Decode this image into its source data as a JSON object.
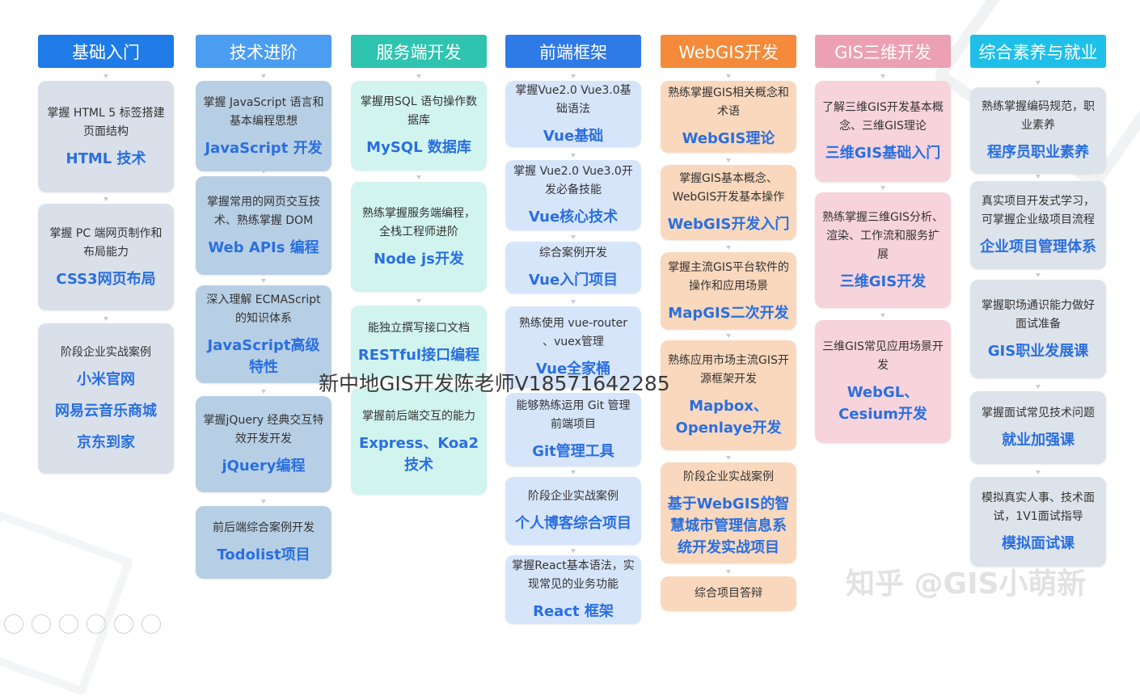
{
  "columns": [
    {
      "header": "基础入门",
      "color": "#1e7be8",
      "cards": [
        {
          "desc": "掌握 HTML 5 标签搭建页面结构",
          "titles": [
            "HTML 技术"
          ]
        },
        {
          "desc": "掌握 PC 端网页制作和布局能力",
          "titles": [
            "CSS3网页布局"
          ]
        },
        {
          "desc": "阶段企业实战案例",
          "titles": [
            "小米官网",
            "网易云音乐商城",
            "京东到家"
          ]
        }
      ]
    },
    {
      "header": "技术进阶",
      "color": "#4a9df0",
      "cards": [
        {
          "desc": "掌握 JavaScript 语言和基本编程思想",
          "titles": [
            "JavaScript 开发"
          ]
        },
        {
          "desc": "掌握常用的网页交互技术、熟练掌握 DOM",
          "titles": [
            "Web APIs 编程"
          ]
        },
        {
          "desc": "深入理解 ECMAScript 的知识体系",
          "titles": [
            "JavaScript高级特性"
          ]
        },
        {
          "desc": "掌握jQuery 经典交互特效开发开发",
          "titles": [
            "jQuery编程"
          ]
        },
        {
          "desc": "前后端综合案例开发",
          "titles": [
            "Todolist项目"
          ]
        }
      ]
    },
    {
      "header": "服务端开发",
      "color": "#2ec4b0",
      "cards": [
        {
          "desc": "掌握用SQL 语句操作数据库",
          "titles": [
            "MySQL 数据库"
          ]
        },
        {
          "desc": "熟练掌握服务端编程，全栈工程师进阶",
          "titles": [
            "Node js开发"
          ]
        },
        {
          "desc": "能独立撰写接口文档",
          "titles": [
            "RESTful接口编程"
          ]
        },
        {
          "desc": "掌握前后端交互的能力",
          "titles": [
            "Express、Koa2技术"
          ]
        }
      ]
    },
    {
      "header": "前端框架",
      "color": "#2e7ae6",
      "cards": [
        {
          "desc": "掌握Vue2.0 Vue3.0基础语法",
          "titles": [
            "Vue基础"
          ]
        },
        {
          "desc": "掌握 Vue2.0 Vue3.0开发必备技能",
          "titles": [
            "Vue核心技术"
          ]
        },
        {
          "desc": "综合案例开发",
          "titles": [
            "Vue入门项目"
          ]
        },
        {
          "desc": "熟练使用 vue-router 、vuex管理",
          "titles": [
            "Vue全家桶"
          ]
        },
        {
          "desc": "能够熟练运用 Git 管理前端项目",
          "titles": [
            "Git管理工具"
          ]
        },
        {
          "desc": "阶段企业实战案例",
          "titles": [
            "个人博客综合项目"
          ]
        },
        {
          "desc": "掌握React基本语法，实现常见的业务功能",
          "titles": [
            "React 框架"
          ]
        }
      ]
    },
    {
      "header": "WebGIS开发",
      "color": "#f48a3a",
      "cards": [
        {
          "desc": "熟练掌握GIS相关概念和术语",
          "titles": [
            "WebGIS理论"
          ]
        },
        {
          "desc": "掌握GIS基本概念、WebGIS开发基本操作",
          "titles": [
            "WebGIS开发入门"
          ]
        },
        {
          "desc": "掌握主流GIS平台软件的操作和应用场景",
          "titles": [
            "MapGIS二次开发"
          ]
        },
        {
          "desc": "熟练应用市场主流GIS开源框架开发",
          "titles": [
            "Mapbox、Openlaye开发"
          ]
        },
        {
          "desc": "阶段企业实战案例",
          "titles": [
            "基于WebGIS的智慧城市管理信息系统开发实战项目"
          ]
        },
        {
          "desc": "综合项目答辩",
          "titles": []
        }
      ]
    },
    {
      "header": "GIS三维开发",
      "color": "#eca0b3",
      "cards": [
        {
          "desc": "了解三维GIS开发基本概念、三维GIS理论",
          "titles": [
            "三维GIS基础入门"
          ]
        },
        {
          "desc": "熟练掌握三维GIS分析、渲染、工作流和服务扩展",
          "titles": [
            "三维GIS开发"
          ]
        },
        {
          "desc": "三维GIS常见应用场景开发",
          "titles": [
            "WebGL、Cesium开发"
          ]
        }
      ]
    },
    {
      "header": "综合素养与就业",
      "color": "#1ec0ea",
      "cards": [
        {
          "desc": "熟练掌握编码规范，职业素养",
          "titles": [
            "程序员职业素养"
          ]
        },
        {
          "desc": "真实项目开发式学习，可掌握企业级项目流程",
          "titles": [
            "企业项目管理体系"
          ]
        },
        {
          "desc": "掌握职场通识能力做好面试准备",
          "titles": [
            "GIS职业发展课"
          ]
        },
        {
          "desc": "掌握面试常见技术问题",
          "titles": [
            "就业加强课"
          ]
        },
        {
          "desc": "模拟真实人事、技术面试，1V1面试指导",
          "titles": [
            "模拟面试课"
          ]
        }
      ]
    }
  ],
  "watermark": "新中地GIS开发陈老师V18571642285",
  "zhihu_watermark": "知乎 @GIS小萌新"
}
